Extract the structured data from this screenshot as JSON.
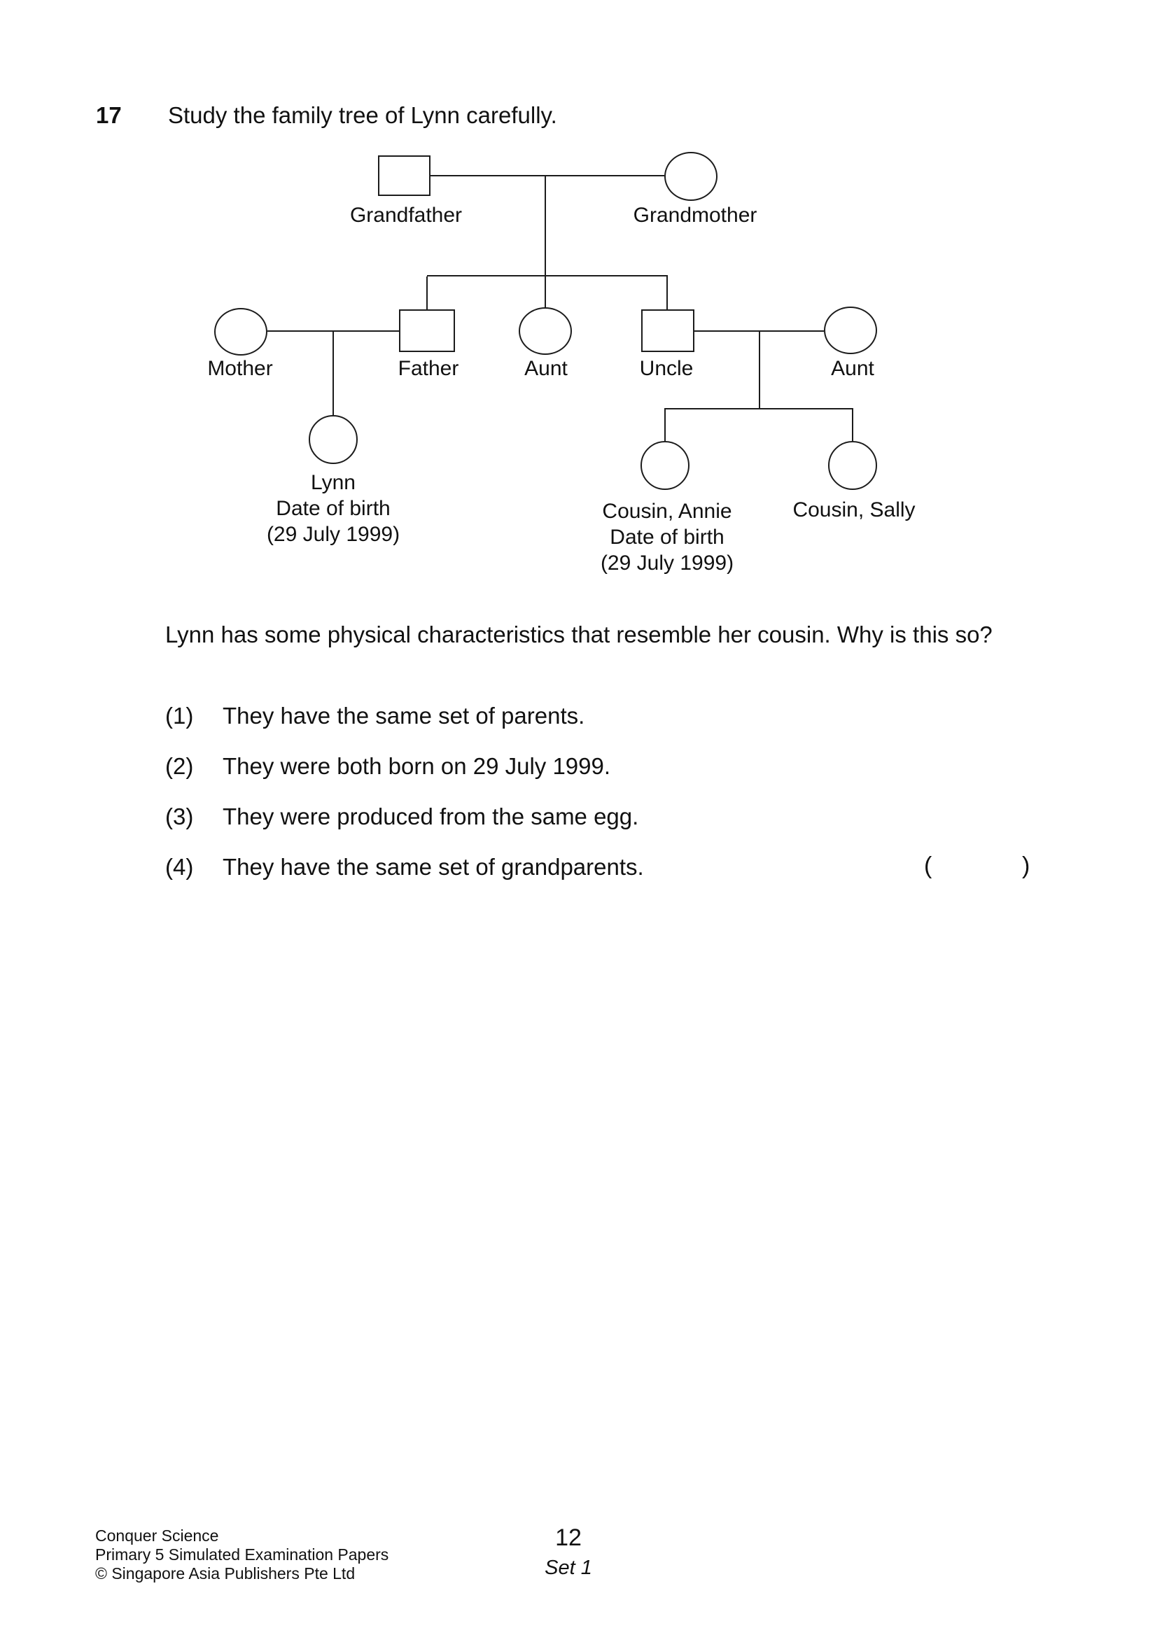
{
  "question": {
    "number": "17",
    "intro": "Study the family tree of Lynn carefully.",
    "body": "Lynn has some physical characteristics that resemble her cousin. Why is this so?",
    "options": [
      {
        "num": "(1)",
        "text": "They have the same set of parents."
      },
      {
        "num": "(2)",
        "text": "They were both born on 29 July 1999."
      },
      {
        "num": "(3)",
        "text": "They were produced from the same egg."
      },
      {
        "num": "(4)",
        "text": "They have the same set of grandparents."
      }
    ],
    "answer_open_paren": "(",
    "answer_close_paren": ")"
  },
  "tree": {
    "grandfather": "Grandfather",
    "grandmother": "Grandmother",
    "mother": "Mother",
    "father": "Father",
    "aunt_left": "Aunt",
    "uncle": "Uncle",
    "aunt_right": "Aunt",
    "lynn": {
      "name": "Lynn",
      "dob_label": "Date of birth",
      "dob_value": "(29 July 1999)"
    },
    "cousin_annie": {
      "name": "Cousin, Annie",
      "dob_label": "Date of birth",
      "dob_value": "(29 July 1999)"
    },
    "cousin_sally": "Cousin, Sally"
  },
  "footer": {
    "line1": "Conquer Science",
    "line2": "Primary 5 Simulated Examination Papers",
    "line3": "© Singapore Asia Publishers Pte Ltd",
    "page_number": "12",
    "set_label": "Set 1"
  }
}
